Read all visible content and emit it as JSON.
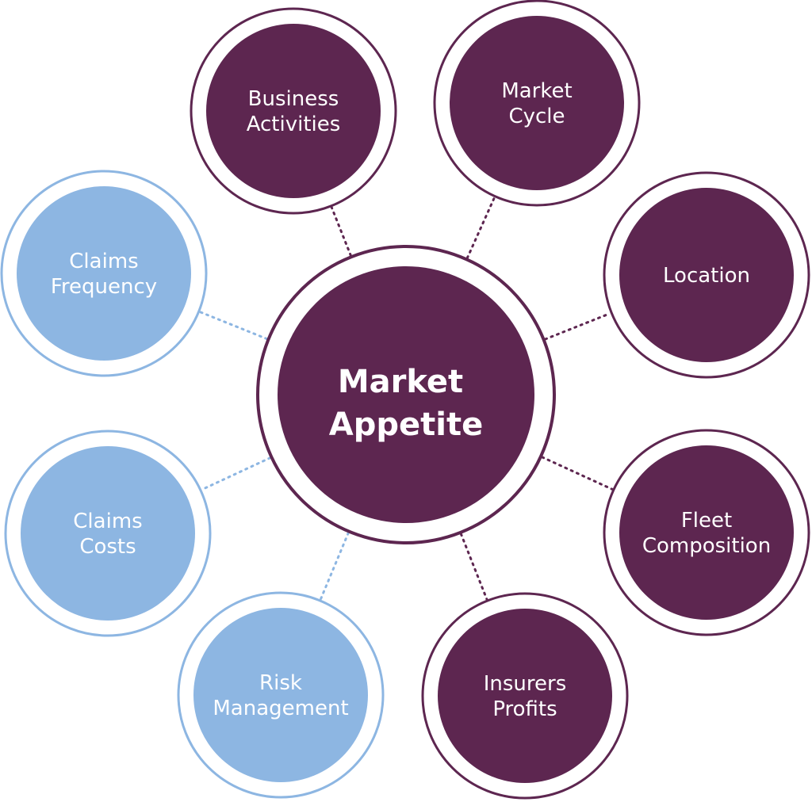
{
  "colors": {
    "purple": "#5d2650",
    "blue": "#8db6e2",
    "purple_ring": "#5d2650",
    "blue_ring": "#8db6e2"
  },
  "center": {
    "lines": [
      "Market",
      "Appetite"
    ]
  },
  "nodes": [
    {
      "id": "business-activities",
      "lines": [
        "Business",
        "Activities"
      ],
      "color": "purple"
    },
    {
      "id": "market-cycle",
      "lines": [
        "Market",
        "Cycle"
      ],
      "color": "purple"
    },
    {
      "id": "location",
      "lines": [
        "Location"
      ],
      "color": "purple"
    },
    {
      "id": "fleet-composition",
      "lines": [
        "Fleet",
        "Composition"
      ],
      "color": "purple"
    },
    {
      "id": "insurers-profits",
      "lines": [
        "Insurers",
        "Profits"
      ],
      "color": "purple"
    },
    {
      "id": "risk-management",
      "lines": [
        "Risk",
        "Management"
      ],
      "color": "blue"
    },
    {
      "id": "claims-costs",
      "lines": [
        "Claims",
        "Costs"
      ],
      "color": "blue"
    },
    {
      "id": "claims-frequency",
      "lines": [
        "Claims",
        "Frequency"
      ],
      "color": "blue"
    }
  ]
}
